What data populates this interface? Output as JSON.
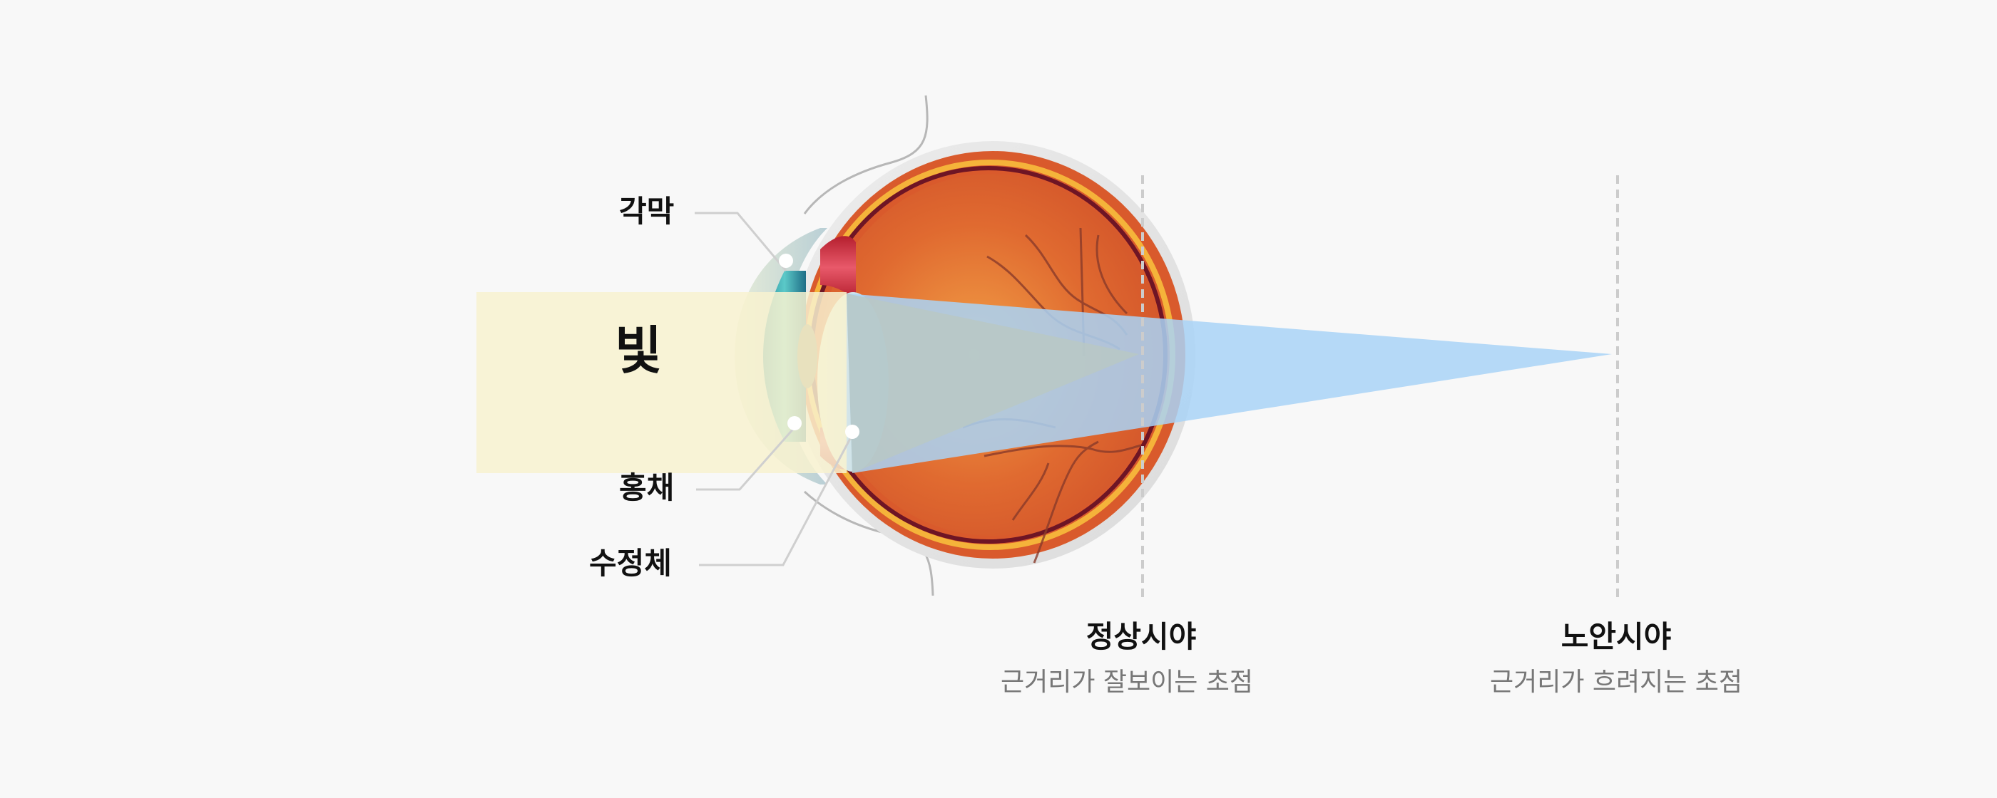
{
  "diagram": {
    "light_label": "빛",
    "parts": [
      {
        "id": "cornea",
        "label": "각막"
      },
      {
        "id": "iris",
        "label": "홍채"
      },
      {
        "id": "lens",
        "label": "수정체"
      }
    ],
    "focus_points": [
      {
        "id": "normal",
        "title": "정상시야",
        "subtitle": "근거리가 잘보이는 초점"
      },
      {
        "id": "presbyopia",
        "title": "노안시야",
        "subtitle": "근거리가 흐려지는 초점"
      }
    ]
  },
  "colors": {
    "background": "#f8f8f8",
    "light_band": "#f8f2d0",
    "normal_cone": "#b8c8c4",
    "presbyopia_cone": "#a9d4f7",
    "eye_orange": "#e26d33",
    "dashed_line": "#cccccc",
    "leader_line": "#cfcfcf"
  }
}
